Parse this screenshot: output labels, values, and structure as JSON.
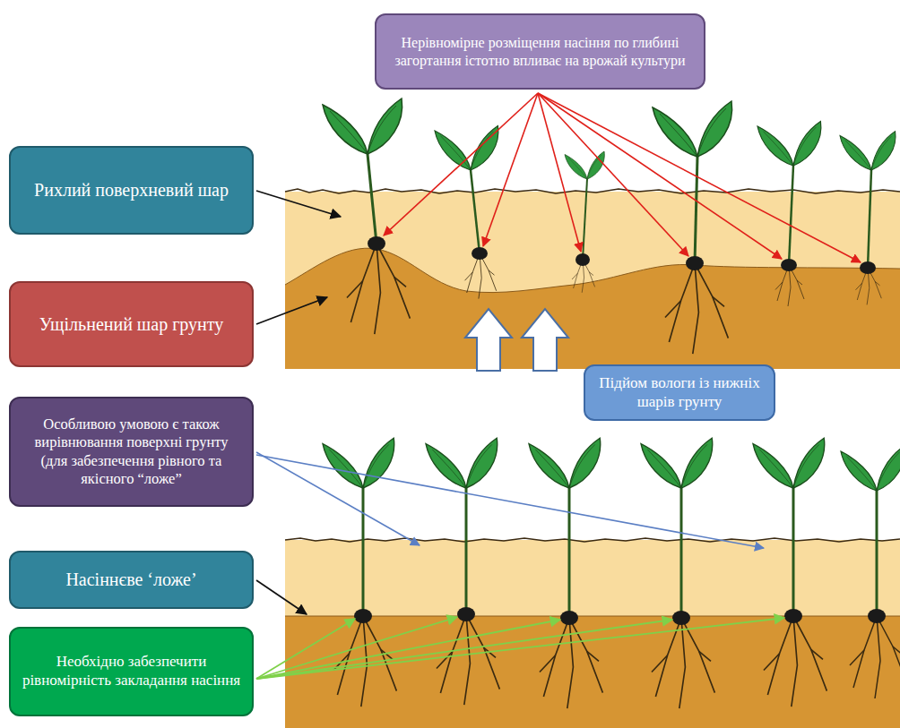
{
  "diagram": {
    "nodes": [
      {
        "text": [
          "Нерівномірне розміщення насіння по глибині загортання істотно впливає на врожай культури"
        ]
      },
      {
        "text": [
          "Рихлий поверхневий шар"
        ]
      },
      {
        "text": [
          "Ущільнений шар грунту"
        ]
      },
      {
        "text": [
          "Підйом вологи із нижніх шарів грунту"
        ]
      },
      {
        "text": [
          "Особливою умовою є також вирівнювання поверхні грунту (для забезпечення рівного та якісного “ложе”"
        ]
      },
      {
        "text": [
          "Насіннєве ‘ложе’"
        ]
      },
      {
        "text": [
          "Необхідно забезпечити рівномірність закладання насіння"
        ]
      }
    ]
  }
}
